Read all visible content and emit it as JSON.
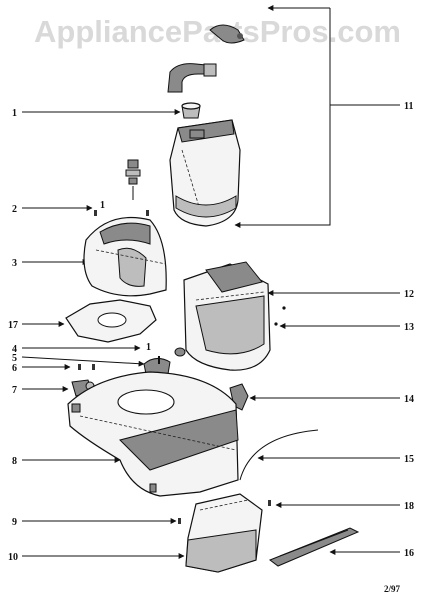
{
  "watermark": "AppliancePartsPros.com",
  "callouts": {
    "p1": "1",
    "p2": "2",
    "p2b": "1",
    "p3": "3",
    "p4": "4",
    "p4b": "1",
    "p5": "5",
    "p6": "6",
    "p7": "7",
    "p8": "8",
    "p9": "9",
    "p10": "10",
    "p11": "11",
    "p12": "12",
    "p13": "13",
    "p14": "14",
    "p15": "15",
    "p16": "16",
    "p17": "17",
    "p18": "18"
  },
  "footer": "2/97"
}
